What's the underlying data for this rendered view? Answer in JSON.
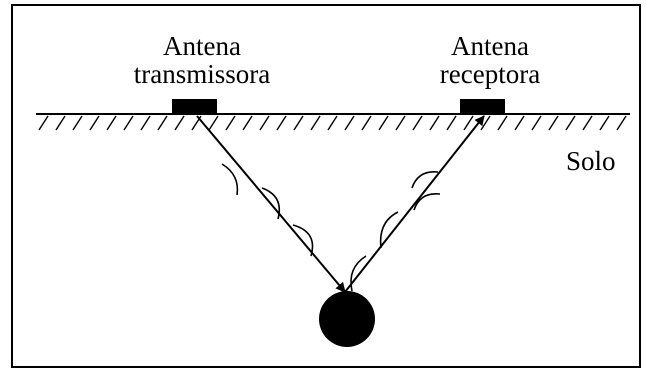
{
  "labels": {
    "transmitter_line1": "Antena",
    "transmitter_line2": "transmissora",
    "receiver_line1": "Antena",
    "receiver_line2": "receptora",
    "soil": "Solo"
  },
  "colors": {
    "ink": "#000000",
    "background": "#ffffff"
  }
}
